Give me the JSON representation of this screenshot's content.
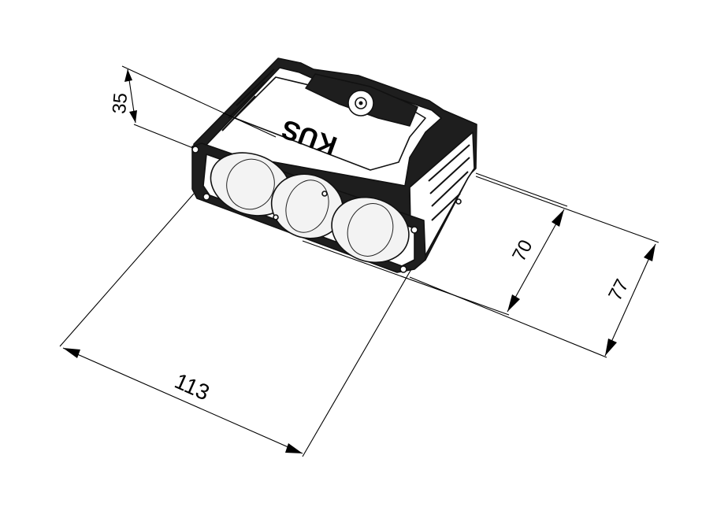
{
  "product": {
    "logo_text": "KUS"
  },
  "dimensions": {
    "height": "35",
    "width": "113",
    "depth_inner": "70",
    "depth_outer": "77"
  }
}
